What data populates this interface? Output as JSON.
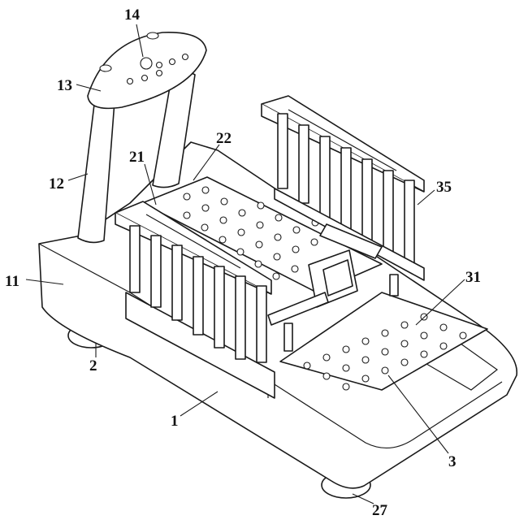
{
  "figure": {
    "labels": [
      {
        "id": "lbl-14",
        "text": "14"
      },
      {
        "id": "lbl-13",
        "text": "13"
      },
      {
        "id": "lbl-22",
        "text": "22"
      },
      {
        "id": "lbl-21",
        "text": "21"
      },
      {
        "id": "lbl-12",
        "text": "12"
      },
      {
        "id": "lbl-35",
        "text": "35"
      },
      {
        "id": "lbl-11",
        "text": "11"
      },
      {
        "id": "lbl-31",
        "text": "31"
      },
      {
        "id": "lbl-2",
        "text": "2"
      },
      {
        "id": "lbl-1",
        "text": "1"
      },
      {
        "id": "lbl-3",
        "text": "3"
      },
      {
        "id": "lbl-27",
        "text": "27"
      }
    ]
  }
}
